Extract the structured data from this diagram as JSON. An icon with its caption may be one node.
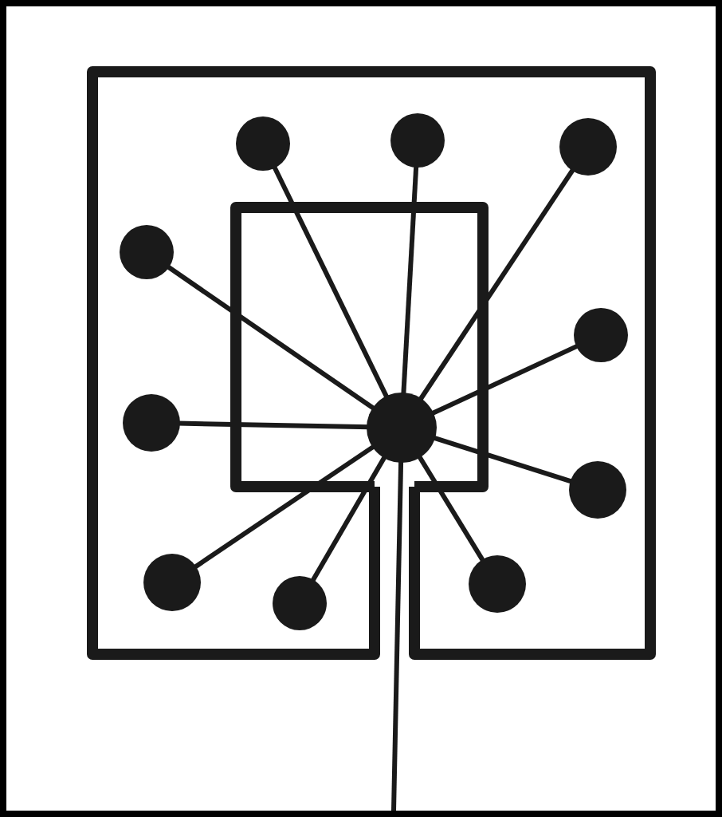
{
  "diagram": {
    "nodes": [
      {
        "text": [],
        "shape": "box"
      },
      {
        "text": [],
        "shape": "box",
        "in": 0
      },
      {
        "text": [],
        "shape": "circle",
        "in": 1
      },
      {
        "text": [],
        "shape": "circle",
        "in": 0
      },
      {
        "text": [],
        "shape": "circle",
        "in": 0
      },
      {
        "text": [],
        "shape": "circle",
        "in": 0
      },
      {
        "text": [],
        "shape": "circle",
        "in": 0
      },
      {
        "text": [],
        "shape": "circle",
        "in": 0
      },
      {
        "text": [],
        "shape": "circle",
        "in": 0
      },
      {
        "text": [],
        "shape": "circle",
        "in": 0
      },
      {
        "text": [],
        "shape": "circle",
        "in": 0
      },
      {
        "text": [],
        "shape": "circle",
        "in": 0
      },
      {
        "text": [],
        "shape": "circle",
        "in": 0
      }
    ],
    "edges": [
      {
        "from": 2,
        "to": 3,
        "arrow": "none"
      },
      {
        "from": 2,
        "to": 4,
        "arrow": "none"
      },
      {
        "from": 2,
        "to": 5,
        "arrow": "none"
      },
      {
        "from": 2,
        "to": 6,
        "arrow": "none"
      },
      {
        "from": 2,
        "to": 7,
        "arrow": "none"
      },
      {
        "from": 2,
        "to": 8,
        "arrow": "none"
      },
      {
        "from": 2,
        "to": 9,
        "arrow": "none"
      },
      {
        "from": 2,
        "to": 10,
        "arrow": "none"
      },
      {
        "from": 2,
        "to": 11,
        "arrow": "none"
      },
      {
        "from": 2,
        "to": 12,
        "arrow": "none"
      },
      {
        "from": 2,
        "to": null,
        "arrow": "none"
      }
    ]
  }
}
